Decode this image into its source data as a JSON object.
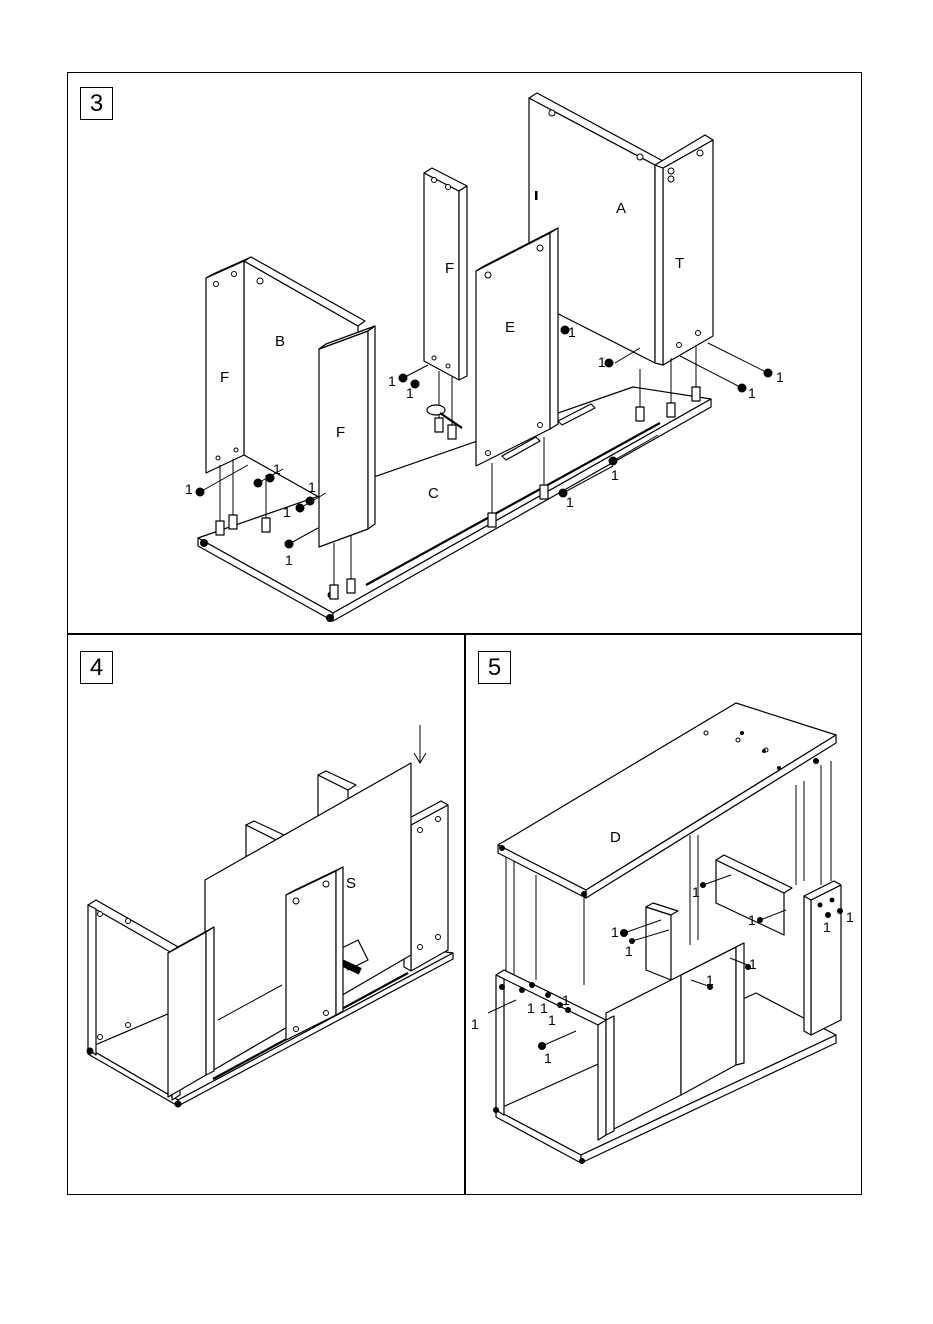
{
  "steps": [
    {
      "number": "3",
      "parts": {
        "A": "A",
        "T": "T",
        "F1": "F",
        "F2": "F",
        "F3": "F",
        "E": "E",
        "B": "B",
        "C": "C"
      },
      "fitting_label": "1"
    },
    {
      "number": "4",
      "parts": {
        "S": "S"
      },
      "direction_icon": "arrow-down-icon"
    },
    {
      "number": "5",
      "parts": {
        "D": "D"
      },
      "fitting_label": "1"
    }
  ]
}
